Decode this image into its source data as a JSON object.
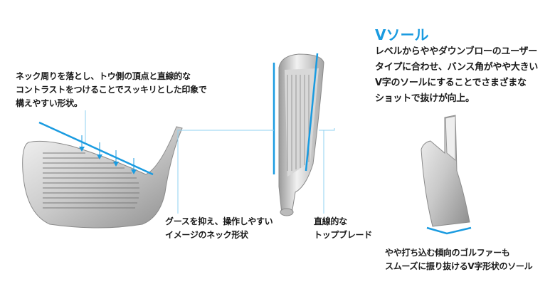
{
  "accent_color": "#1a9be0",
  "neck_note": {
    "lines": [
      "ネック周りを落とし、トウ側の頂点と直線的な",
      "コントラストをつけることでスッキリとした印象で",
      "構えやすい形状。"
    ]
  },
  "v_sole": {
    "title": "Vソール",
    "lines": [
      "レベルからややダウンブローのユーザー",
      "タイプに合わせ、バンス角がやや大きい",
      "V字のソールにすることでさまざまな",
      "ショットで抜けが向上。"
    ]
  },
  "goose_note": {
    "lines": [
      "グースを抑え、操作しやすい",
      "イメージのネック形状"
    ]
  },
  "topline_note": {
    "lines": [
      "直線的な",
      "トップブレード"
    ]
  },
  "sole_note": {
    "lines": [
      "やや打ち込む傾向のゴルファーも",
      "スムーズに振り抜けるV字形状のソール"
    ]
  }
}
